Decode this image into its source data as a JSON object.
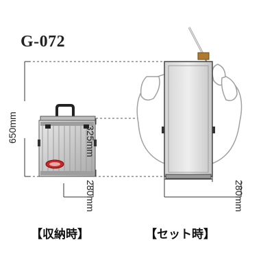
{
  "model_code": "G-072",
  "dimensions": {
    "total_height": "650mm",
    "case_height": "325mm",
    "depth_stored": "280mm",
    "depth_set": "280mm"
  },
  "captions": {
    "stored": "【収納時】",
    "set": "【セット時】"
  }
}
